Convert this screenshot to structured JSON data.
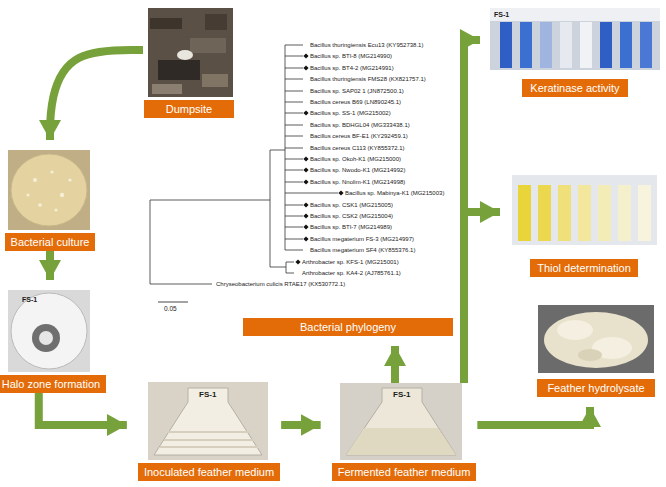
{
  "diagram": {
    "nodes": [
      {
        "text": [
          "Dumpsite"
        ]
      },
      {
        "text": [
          "Bacterial culture"
        ]
      },
      {
        "text": [
          "Halo zone formation"
        ]
      },
      {
        "text": [
          "Inoculated feather medium"
        ]
      },
      {
        "text": [
          "Fermented feather medium"
        ]
      },
      {
        "text": [
          "Bacterial phylogeny"
        ]
      },
      {
        "text": [
          "Keratinase activity"
        ]
      },
      {
        "text": [
          "Thiol determination"
        ]
      },
      {
        "text": [
          "Feather hydrolysate"
        ]
      }
    ],
    "edges": [
      {
        "from": 0,
        "to": 1,
        "arrow": "to"
      },
      {
        "from": 1,
        "to": 2,
        "arrow": "to"
      },
      {
        "from": 2,
        "to": 3,
        "arrow": "to"
      },
      {
        "from": 3,
        "to": 4,
        "arrow": "to"
      },
      {
        "from": 4,
        "to": 5,
        "arrow": "to"
      },
      {
        "from": 4,
        "to": 6,
        "arrow": "to"
      },
      {
        "from": 4,
        "to": 7,
        "arrow": "to"
      },
      {
        "from": 4,
        "to": 8,
        "arrow": "to"
      }
    ],
    "labels": [
      "Bacillus thuringiensis Ecu13 (KY952738.1)",
      "Bacillus sp. BTI-8 (MG214990)",
      "Bacillus sp. BT4-2 (MG214991)",
      "Bacillus thuringiensis FMS28 (KX821757.1)",
      "Bacillus sp. SAP02 1 (JN872500.1)",
      "Bacillus cereus B69 (LN890245.1)",
      "Bacillus sp. SS-1 (MG215002)",
      "Bacillus sp. BDHGL04 (MG333438.1)",
      "Bacillus cereus BF-E1 (KY292459.1)",
      "Bacillus cereus C113 (KY855372.1)",
      "Bacillus sp. Okoh-K1 (MG215000)",
      "Bacillus sp. Nwodo-K1 (MG214992)",
      "Bacillus sp. Nnolim-K1 (MG214998)",
      "Bacillus sp. Mabinya-K1 (MG215003)",
      "Bacillus sp. CSK1 (MG215005)",
      "Bacillus sp. CSK2 (MG215004)",
      "Bacillus sp. BTI-7 (MG214989)",
      "Bacillus megaterium FS-3 (MG214997)",
      "Bacillus megaterium SF4 (KY855376.1)",
      "Arthrobacter sp. KFS-1 (MG215001)",
      "Arthrobacter sp. KA4-2 (AJ785761.1)",
      "Chryseobacterium culicis RTAE17 (KX530772.1)",
      "0.05",
      "FS-1",
      "FS-1",
      "FS-1",
      "FS-1"
    ]
  }
}
